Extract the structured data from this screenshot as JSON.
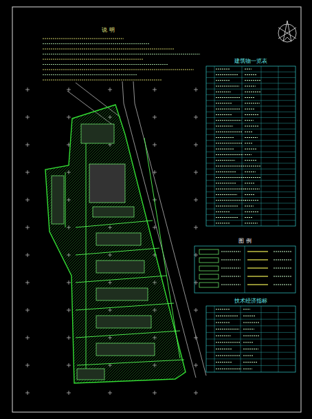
{
  "diagram": {
    "nodes": [
      {
        "text": [
          "建筑物一览表"
        ]
      },
      {
        "text": [
          "图 例"
        ]
      },
      {
        "text": [
          "技术经济指标"
        ]
      }
    ],
    "labels": [
      "说 明"
    ]
  }
}
